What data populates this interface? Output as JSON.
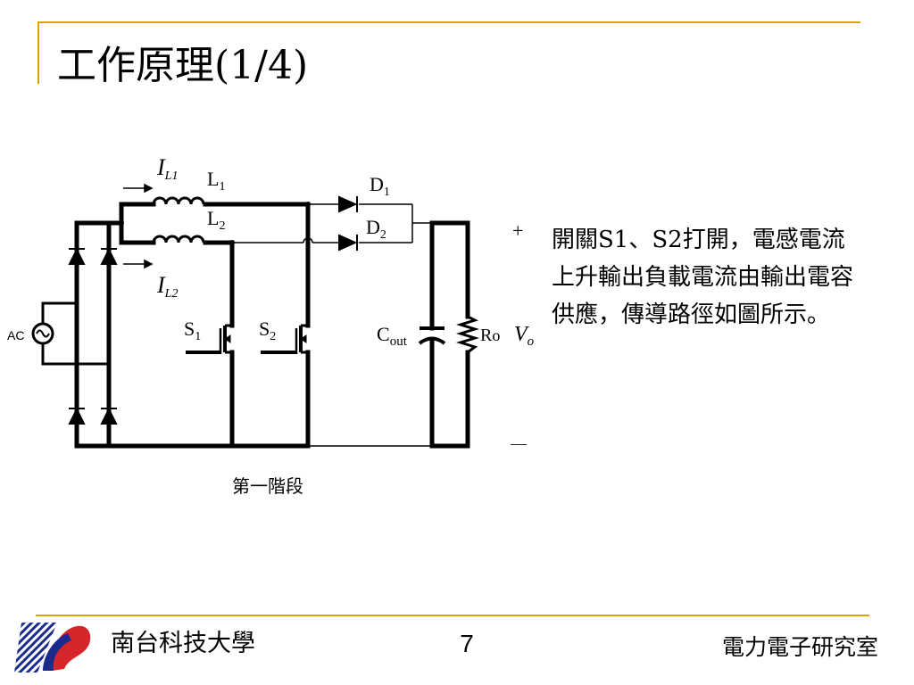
{
  "slide": {
    "title": "工作原理(1/4)",
    "description": "開關S1、S2打開，電感電流上升輸出負載電流由輸出電容供應，傳導路徑如圖所示。",
    "page_number": "7"
  },
  "footer": {
    "school": "南台科技大學",
    "lab": "電力電子研究室"
  },
  "diagram": {
    "caption": "第一階段",
    "ac_label": "AC",
    "il1": {
      "main": "I",
      "sub": "L1"
    },
    "il2": {
      "main": "I",
      "sub": "L2"
    },
    "l1": {
      "main": "L",
      "sub": "1"
    },
    "l2": {
      "main": "L",
      "sub": "2"
    },
    "d1": {
      "main": "D",
      "sub": "1"
    },
    "d2": {
      "main": "D",
      "sub": "2"
    },
    "s1": {
      "main": "S",
      "sub": "1"
    },
    "s2": {
      "main": "S",
      "sub": "2"
    },
    "cout": {
      "main": "C",
      "sub": "out"
    },
    "ro": {
      "main": "R",
      "sub": "o"
    },
    "vo": {
      "main": "V",
      "sub": "o"
    },
    "plus": "+",
    "minus": "—"
  },
  "colors": {
    "accent_rule": "#d9a300",
    "logo_blue": "#1b2b8c",
    "logo_red": "#d7262b"
  }
}
